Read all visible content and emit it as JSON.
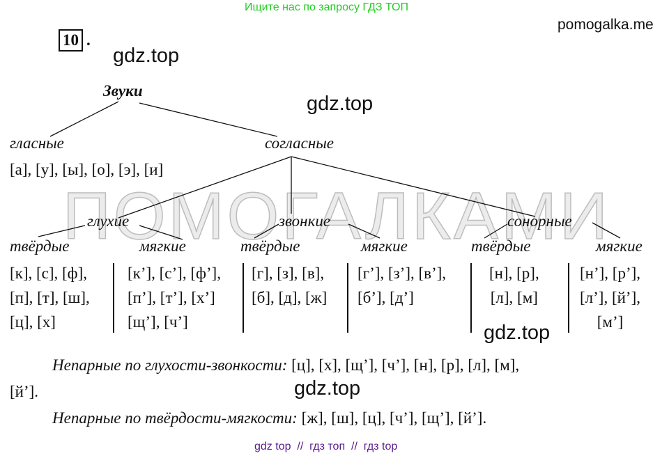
{
  "header": {
    "banner": "Ищите нас по запросу ГДЗ ТОП",
    "site": "pomogalka.me"
  },
  "exercise_number": "10",
  "watermarks": {
    "gdz": "gdz.top",
    "big": "ПОМОГАЛКАМИ"
  },
  "tree": {
    "root": "Звуки",
    "vowels": {
      "label": "гласные",
      "sounds": "[а], [у], [ы], [о], [э], [и]"
    },
    "consonants": {
      "label": "согласные",
      "groups": [
        {
          "label": "глухие",
          "hard": {
            "label": "твёрдые",
            "lines": [
              "[к], [с], [ф],",
              "[п], [т], [ш],",
              "[ц], [х]"
            ]
          },
          "soft": {
            "label": "мягкие",
            "lines": [
              "[к’], [с’], [ф’],",
              "[п’], [т’], [х’]",
              "[щ’], [ч’]"
            ]
          }
        },
        {
          "label": "звонкие",
          "hard": {
            "label": "твёрдые",
            "lines": [
              "[г], [з], [в],",
              "[б], [д], [ж]"
            ]
          },
          "soft": {
            "label": "мягкие",
            "lines": [
              "[г’], [з’], [в’],",
              "[б’], [д’]"
            ]
          }
        },
        {
          "label": "сонорные",
          "hard": {
            "label": "твёрдые",
            "lines": [
              "[н], [р],",
              "[л], [м]"
            ]
          },
          "soft": {
            "label": "мягкие",
            "lines": [
              "[н’], [р’],",
              "[л’], [й’],",
              "[м’]"
            ]
          }
        }
      ]
    }
  },
  "notes": [
    {
      "label": "Непарные по глухости-звонкости:",
      "value": "[ц], [х], [щ’], [ч’], [н], [р], [л], [м],",
      "cont": "[й’]."
    },
    {
      "label": "Непарные по твёрдости-мягкости:",
      "value": "[ж], [ш], [ц], [ч’], [щ’], [й’]."
    }
  ],
  "footer": "gdz top  //  гдз топ  //  гдз top"
}
